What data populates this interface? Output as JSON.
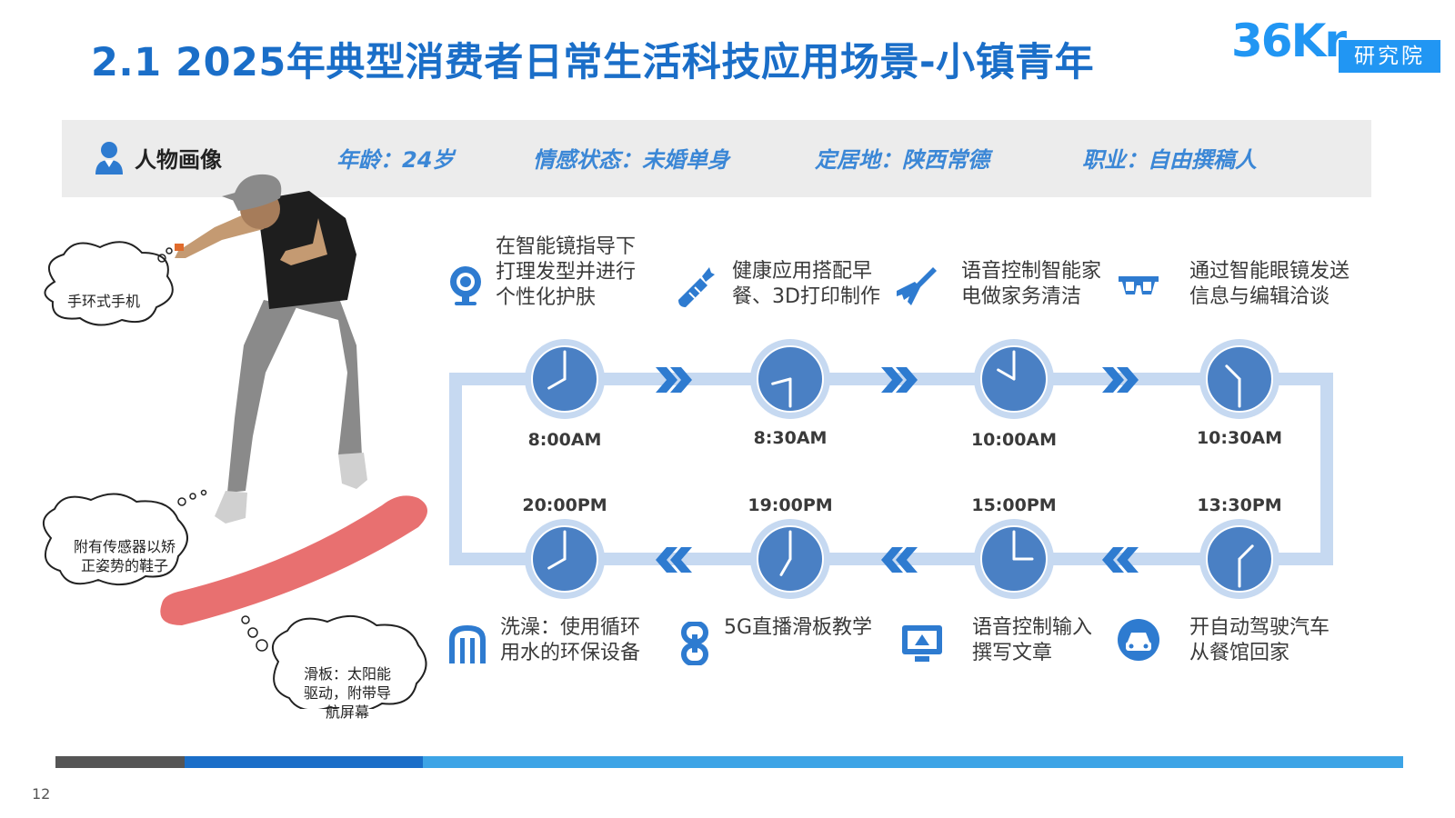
{
  "title": "2.1 2025年典型消费者日常生活科技应用场景-小镇青年",
  "logo": {
    "mark": "36Kr",
    "box_text": "研究院"
  },
  "persona": {
    "label": "人物画像",
    "age": "年龄：24岁",
    "emotion": "情感状态：未婚单身",
    "residence": "定居地：陕西常德",
    "job": "职业：自由撰稿人"
  },
  "callouts": {
    "watch": "手环式手机",
    "shoes_line1": "附有传感器以矫",
    "shoes_line2": "正姿势的鞋子",
    "board_line1": "滑板：太阳能",
    "board_line2": "驱动，附带导",
    "board_line3": "航屏幕"
  },
  "timeline": {
    "times": [
      "8:00AM",
      "8:30AM",
      "10:00AM",
      "10:30AM",
      "13:30PM",
      "15:00PM",
      "19:00PM",
      "20:00PM"
    ],
    "activities": [
      {
        "line1": "在智能镜指导下",
        "line2": "打理发型并进行",
        "line3": "个性化护肤",
        "icon": "smart-mirror-icon"
      },
      {
        "line1": "健康应用搭配早",
        "line2": "餐、3D打印制作",
        "icon": "carrot-icon"
      },
      {
        "line1": "语音控制智能家",
        "line2": "电做家务清洁",
        "icon": "vacuum-icon"
      },
      {
        "line1": "通过智能眼镜发送",
        "line2": "信息与编辑洽谈",
        "icon": "smart-glasses-icon"
      },
      {
        "line1": "开自动驾驶汽车",
        "line2": "从餐馆回家",
        "icon": "car-icon"
      },
      {
        "line1": "语音控制输入",
        "line2": "撰写文章",
        "icon": "monitor-icon"
      },
      {
        "line1": "5G直播滑板教学",
        "icon": "chain-link-icon"
      },
      {
        "line1": "洗澡：使用循环",
        "line2": "用水的环保设备",
        "icon": "shower-icon"
      }
    ]
  },
  "colors": {
    "title": "#1a6ec8",
    "accent_blue": "#3b87d6",
    "clock_face": "#4a80c4",
    "loop": "#c6d9f1",
    "board": "#e87070"
  },
  "page_number": "12"
}
